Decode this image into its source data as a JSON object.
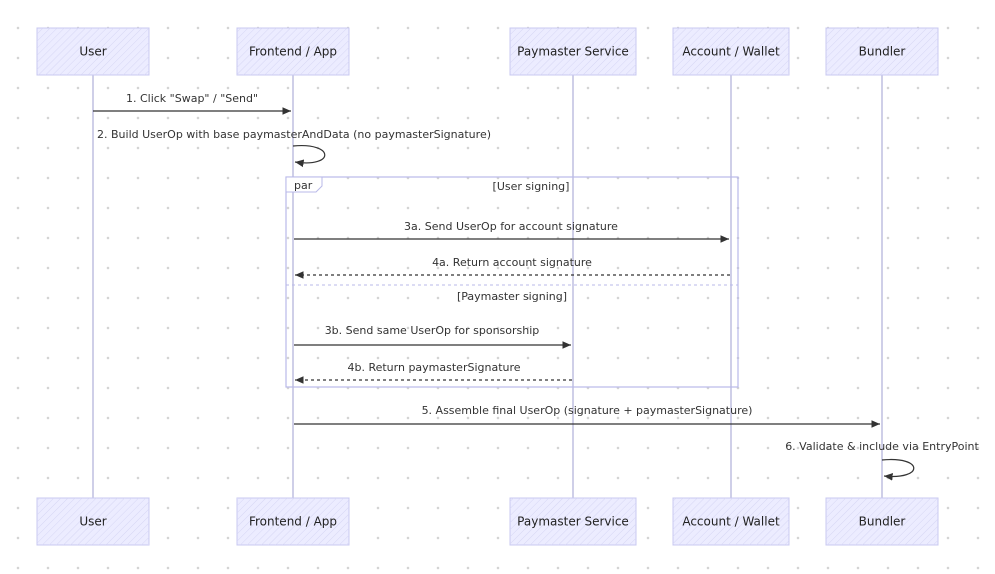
{
  "diagram": {
    "type": "sequence",
    "participants": [
      {
        "id": "user",
        "label": "User"
      },
      {
        "id": "frontend",
        "label": "Frontend / App"
      },
      {
        "id": "paymaster",
        "label": "Paymaster Service"
      },
      {
        "id": "wallet",
        "label": "Account / Wallet"
      },
      {
        "id": "bundler",
        "label": "Bundler"
      }
    ],
    "messages": [
      {
        "id": "m1",
        "from": "user",
        "to": "frontend",
        "text": "1. Click \"Swap\" / \"Send\"",
        "style": "solid"
      },
      {
        "id": "m2",
        "from": "frontend",
        "to": "frontend",
        "text": "2. Build UserOp with base paymasterAndData (no paymasterSignature)",
        "style": "solid"
      },
      {
        "id": "m3a",
        "from": "frontend",
        "to": "wallet",
        "text": "3a. Send UserOp for account signature",
        "style": "solid"
      },
      {
        "id": "m4a",
        "from": "wallet",
        "to": "frontend",
        "text": "4a. Return account signature",
        "style": "dashed"
      },
      {
        "id": "m3b",
        "from": "frontend",
        "to": "paymaster",
        "text": "3b. Send same UserOp for sponsorship",
        "style": "solid"
      },
      {
        "id": "m4b",
        "from": "paymaster",
        "to": "frontend",
        "text": "4b. Return paymasterSignature",
        "style": "dashed"
      },
      {
        "id": "m5",
        "from": "frontend",
        "to": "bundler",
        "text": "5. Assemble final UserOp (signature + paymasterSignature)",
        "style": "solid"
      },
      {
        "id": "m6",
        "from": "bundler",
        "to": "bundler",
        "text": "6. Validate & include via EntryPoint",
        "style": "solid"
      }
    ],
    "frame": {
      "keyword": "par",
      "sections": [
        "[User signing]",
        "[Paymaster signing]"
      ]
    },
    "colors": {
      "actor_fill": "#ececff",
      "actor_border": "#c8c8f0",
      "lifeline": "#cfcfe8",
      "frame_border": "#b9b9e8",
      "arrow": "#333333"
    }
  }
}
